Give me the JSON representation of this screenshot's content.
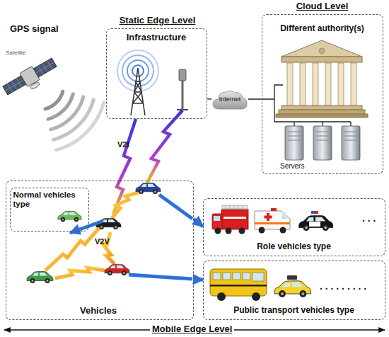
{
  "diagram": {
    "nodes": [
      {
        "text": [
          "Static Edge Level",
          "Infrastructure"
        ]
      },
      {
        "text": [
          "Internet"
        ]
      },
      {
        "text": [
          "Cloud Level",
          "Different authority(s)"
        ]
      },
      {
        "text": [
          "Vehicles"
        ]
      },
      {
        "text": [
          "Normal vehicles type"
        ],
        "in": 3
      },
      {
        "text": [
          "Role vehicles type"
        ]
      },
      {
        "text": [
          "Public transport vehicles type"
        ]
      }
    ],
    "edges": [
      {
        "from": 0,
        "to": 1,
        "arrow": "none"
      },
      {
        "from": 1,
        "to": 2,
        "arrow": "none"
      },
      {
        "from": 3,
        "to": 5,
        "arrow": "to"
      },
      {
        "from": 3,
        "to": 6,
        "arrow": "to"
      }
    ],
    "labels": [
      "GPS signal",
      "Satellite",
      "V2I",
      "V2V",
      "Servers",
      ". . .",
      ". . . . . . . . .",
      "Mobile Edge Level"
    ]
  }
}
